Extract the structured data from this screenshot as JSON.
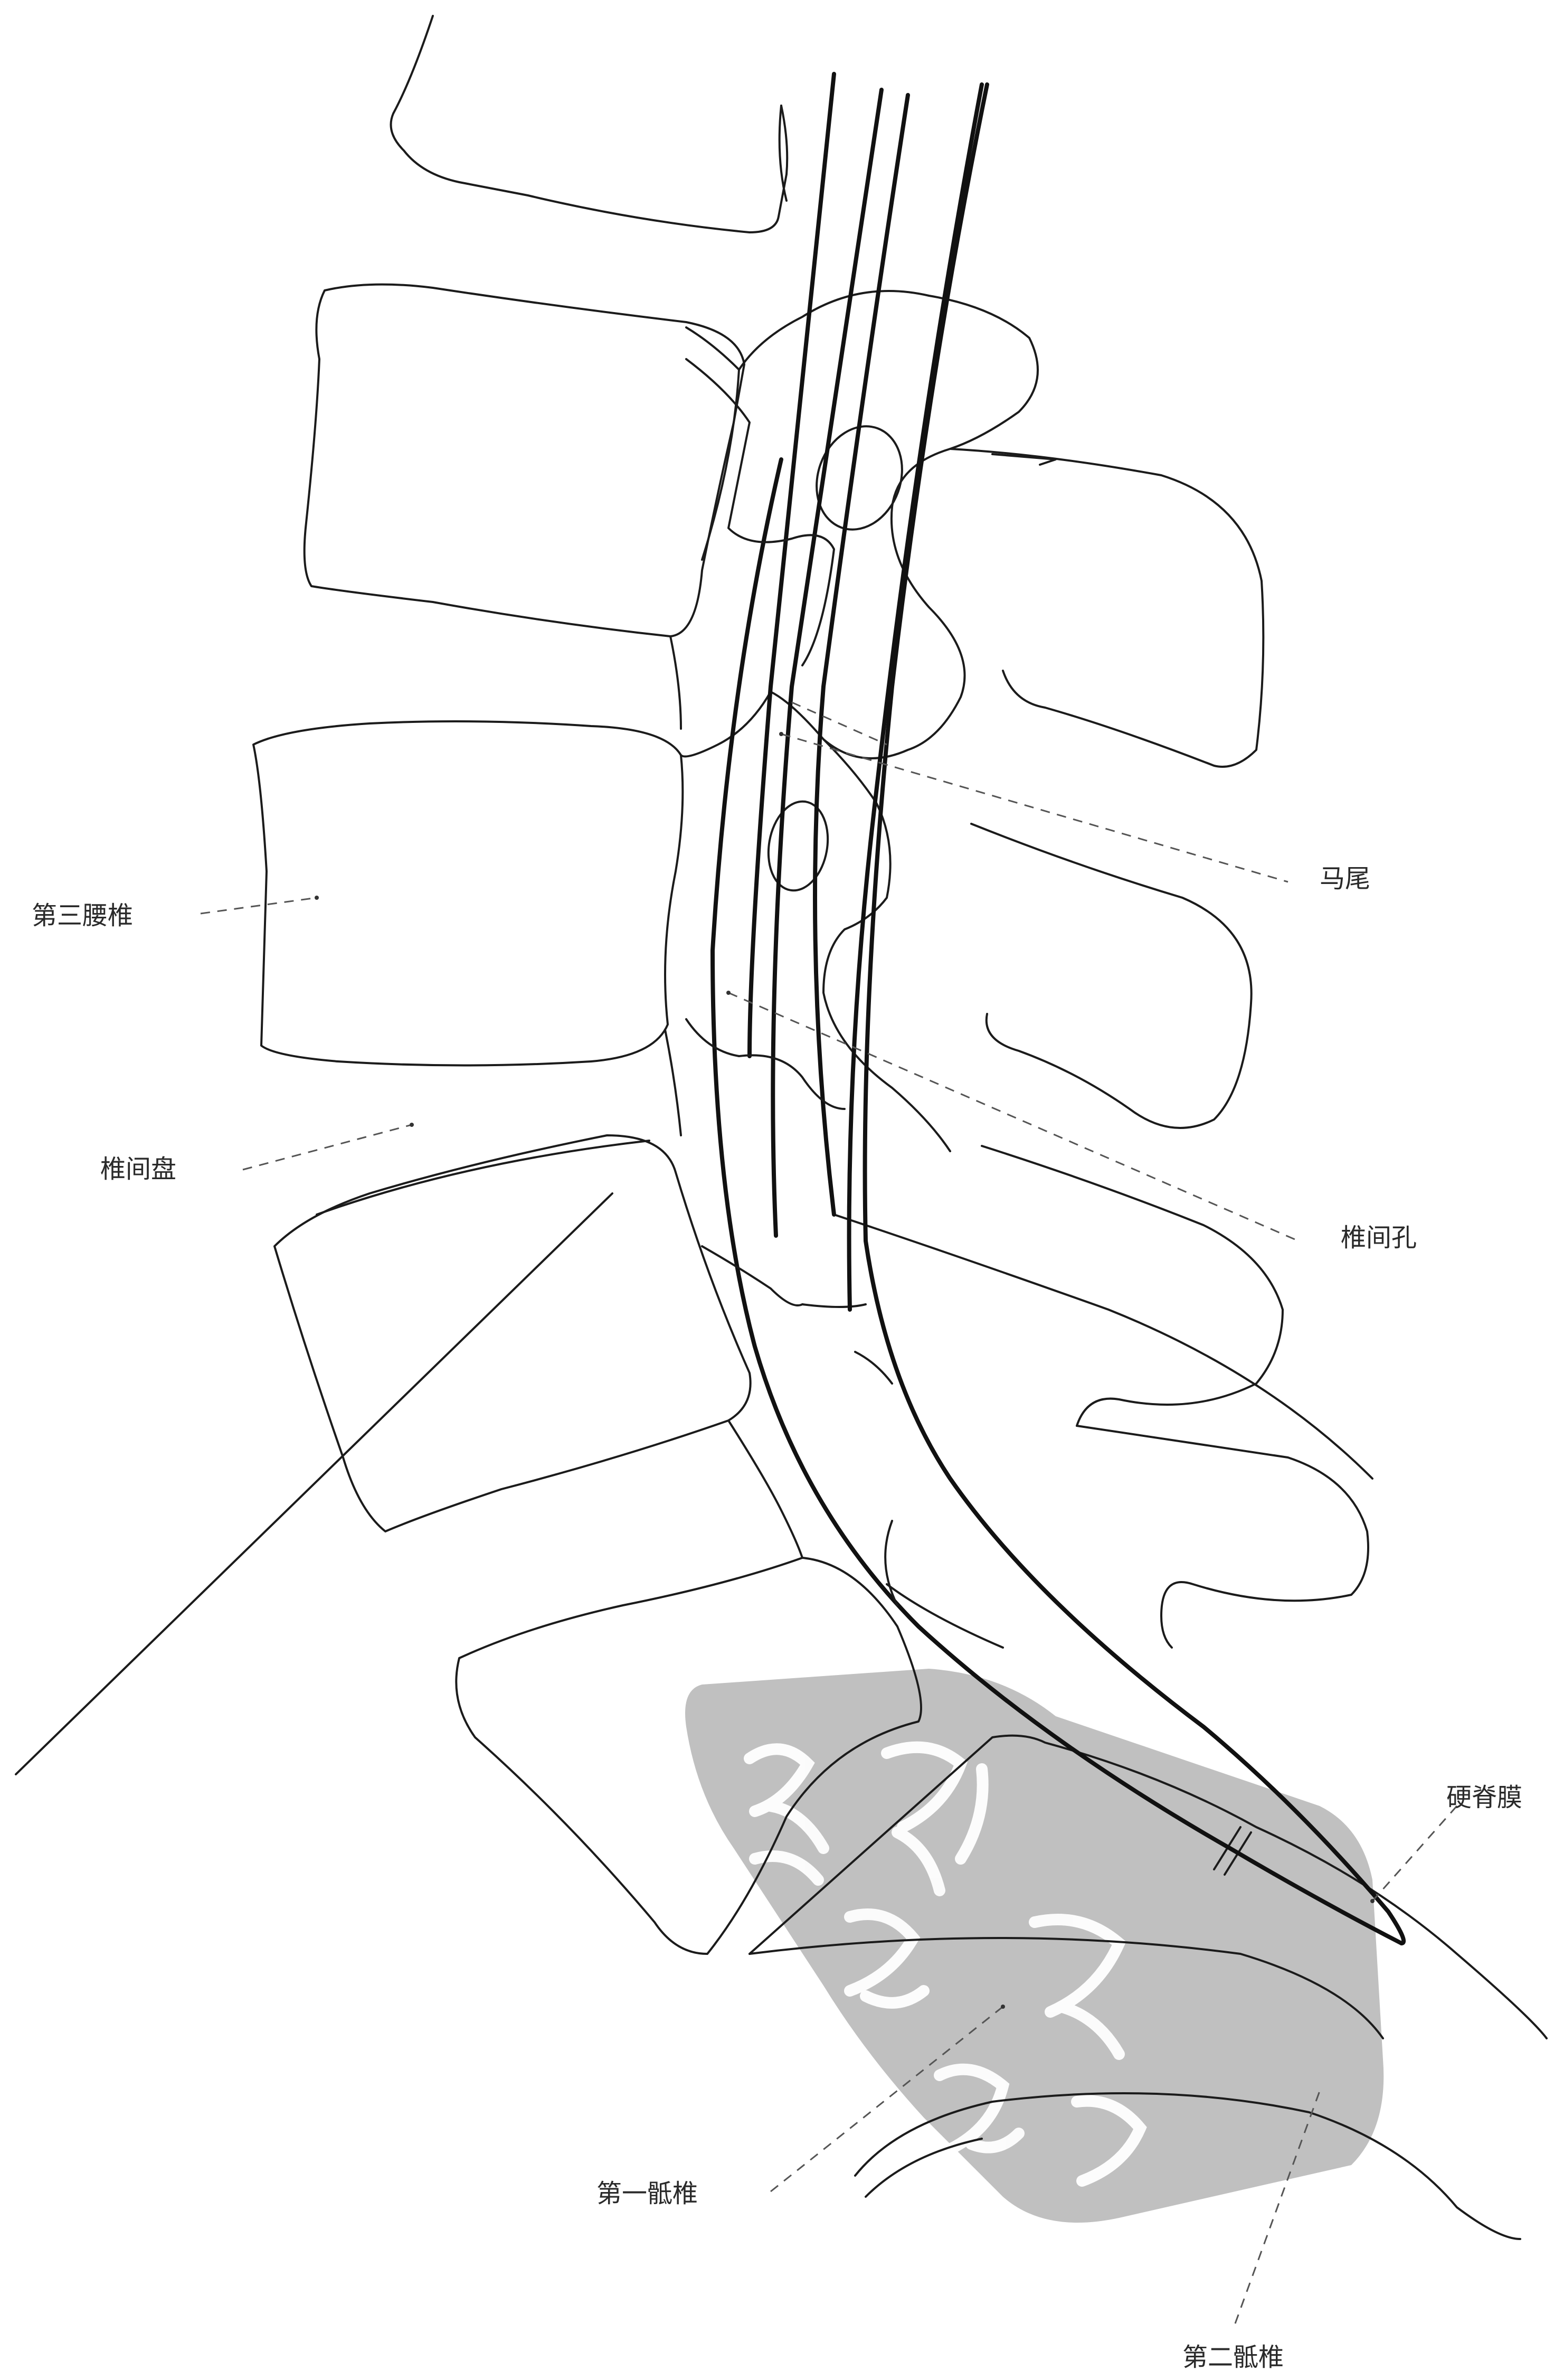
{
  "labels": {
    "cauda_equina": "马尾",
    "third_lumbar": "第三腰椎",
    "intervertebral_disc": "椎间盘",
    "intervertebral_foramen": "椎间孔",
    "dura_mater": "硬脊膜",
    "first_sacral": "第一骶椎",
    "second_sacral": "第二骶椎"
  },
  "watermark": {
    "color": "#bdbdbd"
  }
}
